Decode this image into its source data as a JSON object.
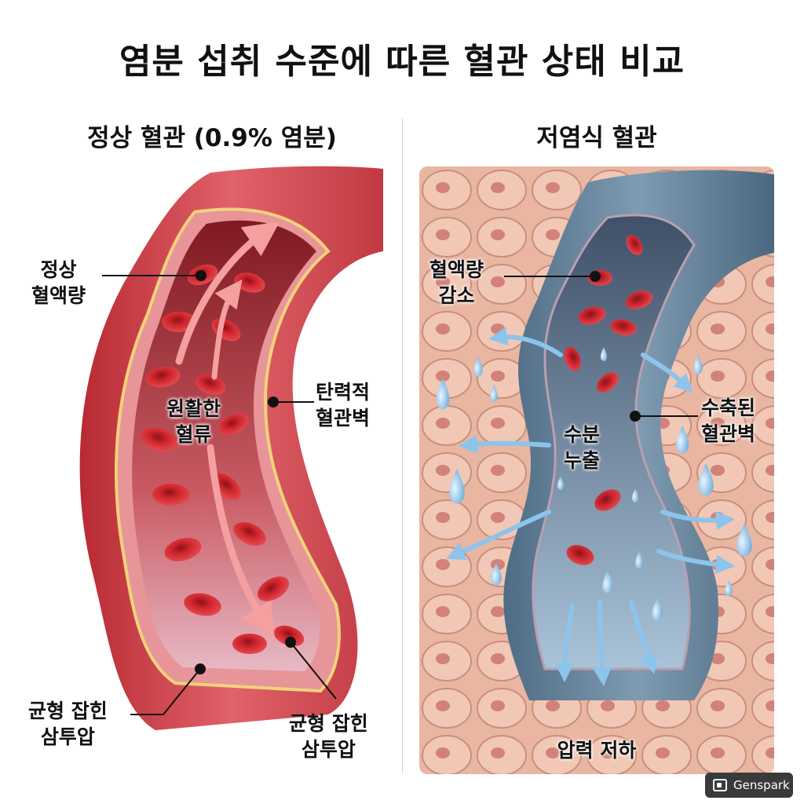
{
  "title": "염분 섭취 수준에 따른 혈관 상태 비교",
  "left": {
    "heading": "정상 혈관 (0.9% 염분)",
    "labels": {
      "blood_volume": [
        "정상",
        "혈액량"
      ],
      "flow": [
        "원활한",
        "혈류"
      ],
      "wall": [
        "탄력적",
        "혈관벽"
      ],
      "osmotic_left": [
        "균형 잡힌",
        "삼투압"
      ],
      "osmotic_right": [
        "균형 잡힌",
        "삼투압"
      ]
    }
  },
  "right": {
    "heading": "저염식 혈관",
    "labels": {
      "blood_volume": [
        "혈액량",
        "감소"
      ],
      "leak": [
        "수분",
        "누출"
      ],
      "wall": [
        "수축된",
        "혈관벽"
      ],
      "pressure": "압력 저하"
    }
  },
  "watermark": "Genspark",
  "colors": {
    "artery_red": "#c8353c",
    "vessel_blue": "#5f7f98",
    "tissue": "#e8b3a0",
    "water": "#8cc4ec"
  }
}
